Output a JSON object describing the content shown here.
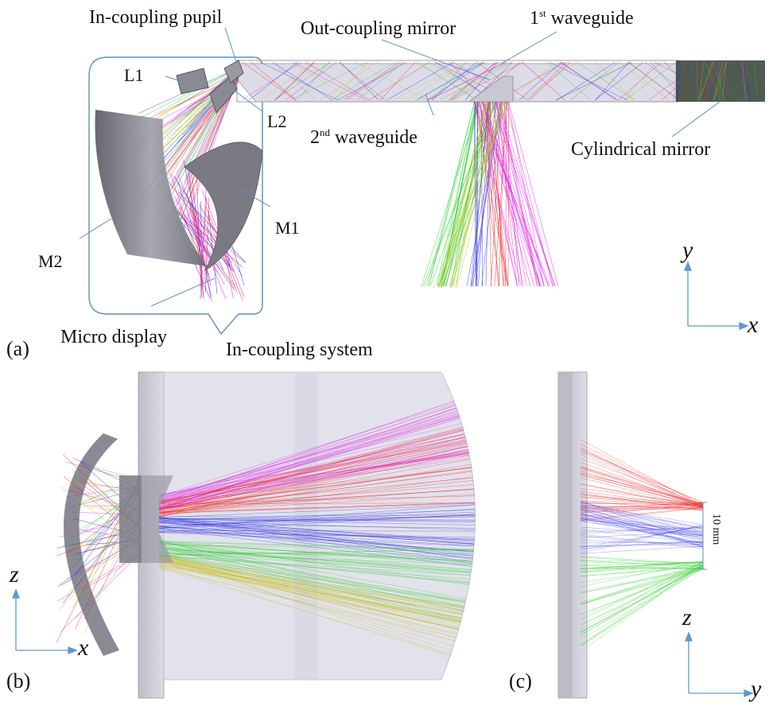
{
  "labels": {
    "in_coupling_pupil": "In-coupling pupil",
    "out_coupling_mirror": "Out-coupling mirror",
    "first_waveguide_num": "1",
    "first_waveguide_sup": "st",
    "first_waveguide_text": " waveguide",
    "second_waveguide_num": "2",
    "second_waveguide_sup": "nd",
    "second_waveguide_text": " waveguide",
    "l1": "L1",
    "l2": "L2",
    "m1": "M1",
    "m2": "M2",
    "cylindrical_mirror": "Cylindrical mirror",
    "micro_display": "Micro display",
    "in_coupling_system": "In-coupling system",
    "ten_mm": "10 mm"
  },
  "panels": {
    "a": "(a)",
    "b": "(b)",
    "c": "(c)"
  },
  "axes": {
    "a": {
      "v": "y",
      "h": "x"
    },
    "b": {
      "v": "z",
      "h": "x"
    },
    "c": {
      "v": "z",
      "h": "y"
    }
  },
  "colors": {
    "ray_magenta": "#e020e0",
    "ray_red": "#ee2222",
    "ray_blue": "#2a2ae8",
    "ray_green": "#30d030",
    "ray_yellow": "#c8c020",
    "axis_blue": "#5a9ad0",
    "glass": "#d8d8e6",
    "metal": "#6e6e78"
  }
}
